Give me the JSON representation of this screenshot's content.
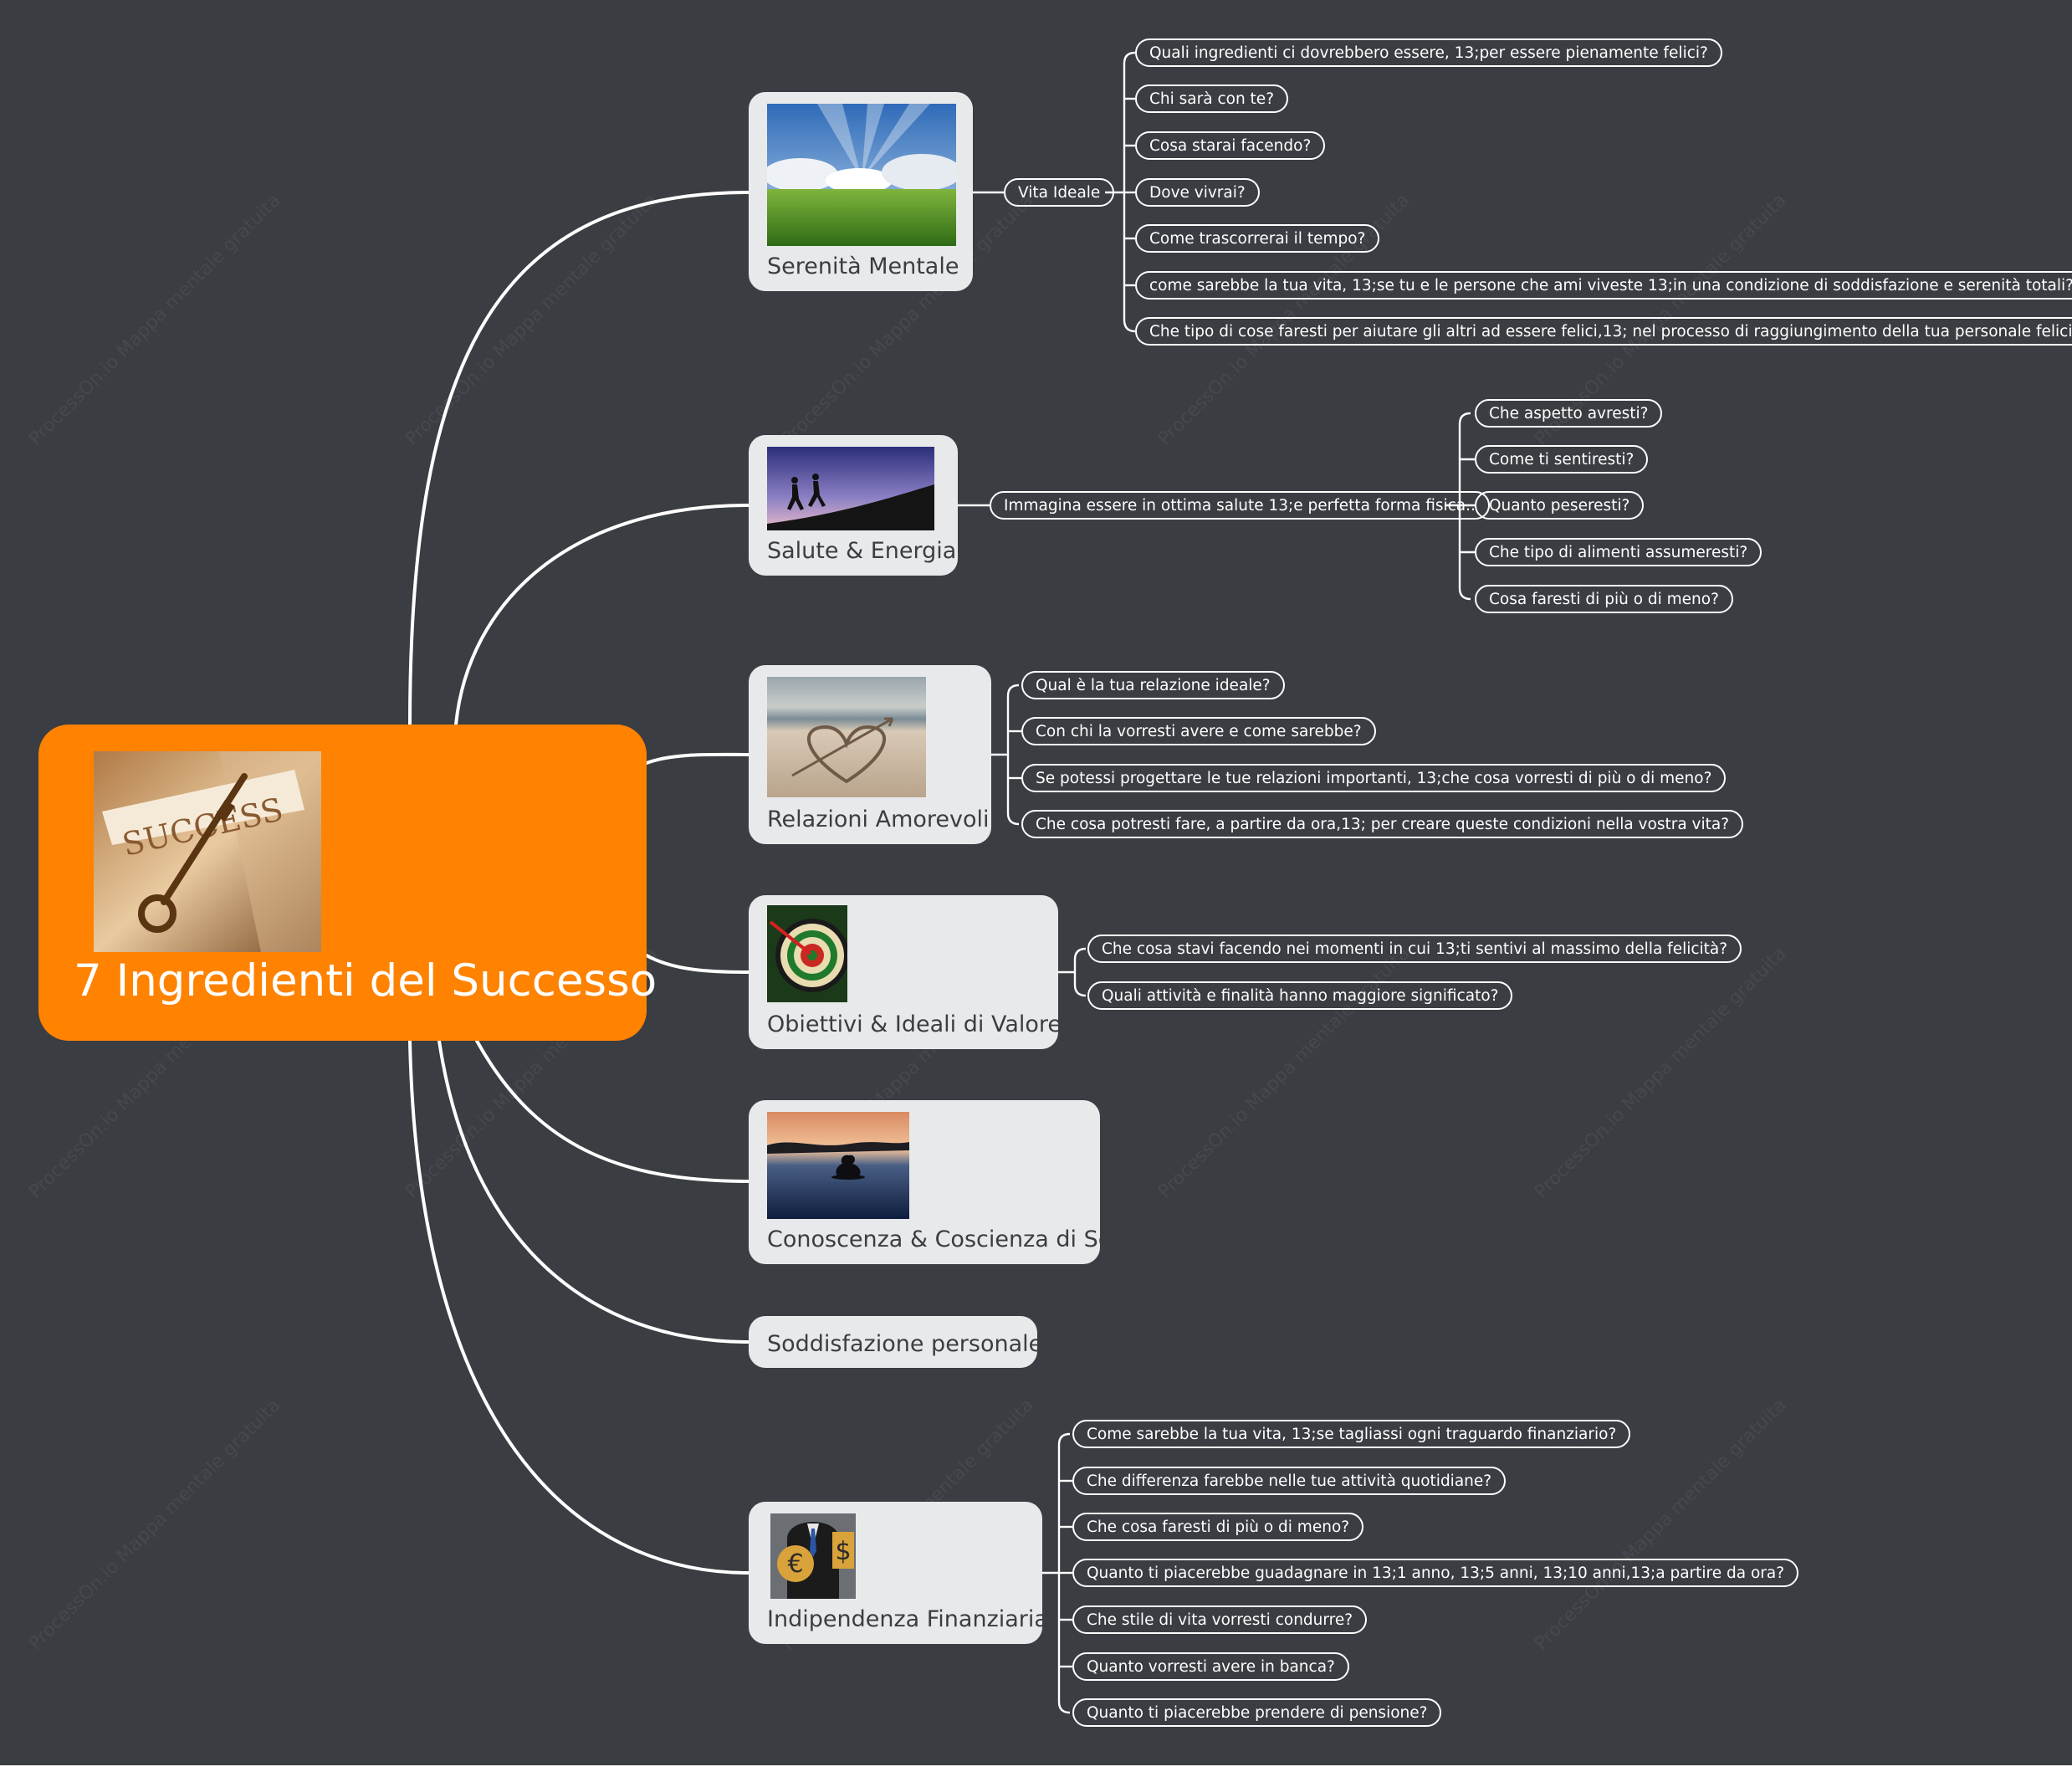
{
  "root": {
    "title": "7 Ingredienti del Successo",
    "image_word": "SUCCESS"
  },
  "watermark": "ProcessOn.io Mappa mentale gratuita",
  "topics": [
    {
      "label": "Serenità Mentale",
      "subtopic": "Vita Ideale",
      "questions": [
        "Quali ingredienti ci dovrebbero essere, 13;per essere pienamente felici?",
        "Chi sarà con te?",
        "Cosa starai facendo?",
        "Dove vivrai?",
        "Come trascorrerai il tempo?",
        "come sarebbe la tua vita, 13;se tu e le persone che ami viveste 13;in una condizione di soddisfazione e serenità totali?",
        "Che tipo di cose faresti per aiutare gli altri ad essere felici,13; nel processo di raggiungimento della tua personale felicità?"
      ]
    },
    {
      "label": "Salute & Energia",
      "subtopic": "Immagina essere in ottima salute 13;e perfetta forma fisica..",
      "questions": [
        "Che aspetto avresti?",
        "Come ti sentiresti?",
        "Quanto peseresti?",
        "Che tipo di alimenti assumeresti?",
        "Cosa faresti di più o di meno?"
      ]
    },
    {
      "label": "Relazioni Amorevoli",
      "questions": [
        "Qual è la tua relazione ideale?",
        "Con chi la vorresti avere e come sarebbe?",
        "Se potessi progettare le tue relazioni importanti, 13;che cosa vorresti di più o di meno?",
        "Che cosa potresti fare, a partire da ora,13; per creare queste condizioni nella vostra vita?"
      ]
    },
    {
      "label": "Obiettivi & Ideali di Valore",
      "questions": [
        "Che cosa stavi facendo nei momenti in cui 13;ti sentivi al massimo della felicità?",
        "Quali attività e finalità hanno maggiore significato?"
      ]
    },
    {
      "label": "Conoscenza & Coscienza di Sè",
      "questions": []
    },
    {
      "label": "Soddisfazione personale",
      "questions": []
    },
    {
      "label": "Indipendenza Finanziaria",
      "questions": [
        "Come sarebbe la tua vita, 13;se tagliassi ogni traguardo finanziario?",
        "Che differenza farebbe nelle tue attività quotidiane?",
        "Che cosa faresti di più o di meno?",
        "Quanto ti piacerebbe guadagnare in 13;1 anno, 13;5 anni, 13;10 anni,13;a partire da ora?",
        "Che stile di vita vorresti condurre?",
        "Quanto vorresti avere in banca?",
        "Quanto ti piacerebbe prendere di pensione?"
      ]
    }
  ]
}
